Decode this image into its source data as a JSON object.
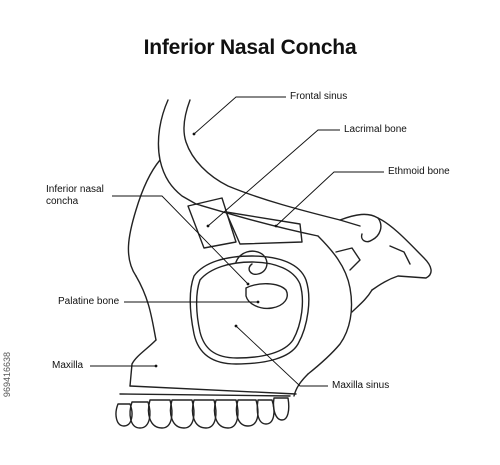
{
  "title": "Inferior Nasal Concha",
  "labels": {
    "frontal_sinus": "Frontal sinus",
    "lacrimal_bone": "Lacrimal bone",
    "ethmoid_bone": "Ethmoid bone",
    "inferior_nasal_concha_line1": "Inferior nasal",
    "inferior_nasal_concha_line2": "concha",
    "palatine_bone": "Palatine bone",
    "maxilla": "Maxilla",
    "maxilla_sinus": "Maxilla sinus"
  },
  "watermark": "969416638"
}
